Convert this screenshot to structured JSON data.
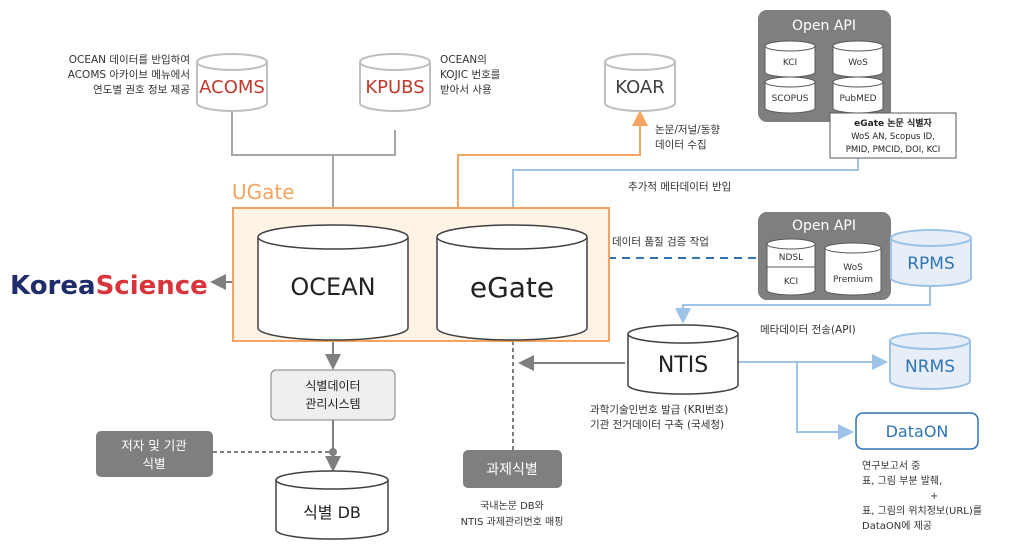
{
  "acoms": {
    "label": "ACOMS",
    "note": [
      "OCEAN 데이터를 반입하여",
      "ACOMS 아카이브 메뉴에서",
      "연도별 권호 정보 제공"
    ]
  },
  "kpubs": {
    "label": "KPUBS",
    "note": [
      "OCEAN의",
      "KOJIC 번호를",
      "받아서 사용"
    ]
  },
  "koar": {
    "label": "KOAR",
    "note": [
      "논문/저널/동향",
      "데이터 수집"
    ]
  },
  "openapi_top": {
    "title": "Open API",
    "items": [
      "KCI",
      "WoS",
      "SCOPUS",
      "PubMED"
    ]
  },
  "egate_ids": {
    "title": "eGate 논문 식별자",
    "lines": [
      "WoS AN, Scopus ID,",
      "PMID, PMCID, DOI, KCI"
    ]
  },
  "extra_meta": "추가적 메타데이터 반입",
  "ugate": "UGate",
  "ocean": "OCEAN",
  "egate": "eGate",
  "koreascience": {
    "part1": "Korea",
    "part2": "Science"
  },
  "quality": "데이터 품질 검증 작업",
  "openapi_mid": {
    "title": "Open API",
    "items": [
      "NDSL",
      "KCI",
      "WoS",
      "Premium"
    ]
  },
  "rpms": "RPMS",
  "meta_transfer": "메타데이터 전송(API)",
  "ntis": "NTIS",
  "nrms": "NRMS",
  "ntis_note": [
    "과학기술인번호 발급 (KRI번호)",
    "기관 전거데이터 구축 (국세청)"
  ],
  "dataon": {
    "label": "DataON",
    "note": [
      "연구보고서 중",
      "표, 그림  부분 발췌,",
      "+",
      "표, 그림의 위치정보(URL)를",
      "DataON에 제공"
    ]
  },
  "id_system": [
    "식별데이터",
    "관리시스템"
  ],
  "author_inst": [
    "저자 및 기관",
    "식별"
  ],
  "id_db": "식별 DB",
  "task_id": {
    "label": "과제식별",
    "note": [
      "국내논문 DB와",
      "NTIS 과제관리번호 매핑"
    ]
  },
  "colors": {
    "orange": "#f4a460",
    "red": "#c0392b",
    "blue": "#2e75b6",
    "lightblue": "#9dc3e6",
    "gray": "#7f7f7f",
    "navy": "#1f2d6b",
    "koreascience_red": "#d8343c"
  }
}
